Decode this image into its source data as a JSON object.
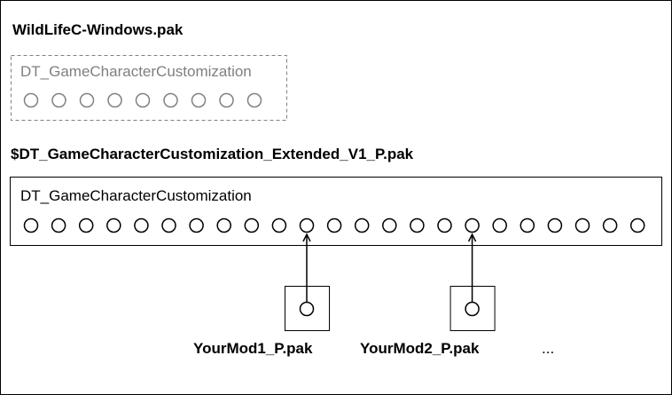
{
  "diagram": {
    "original_pak": {
      "title": "WildLifeC-Windows.pak",
      "table_name": "DT_GameCharacterCustomization",
      "slot_count": 9
    },
    "extended_pak": {
      "title": "$DT_GameCharacterCustomization_Extended_V1_P.pak",
      "table_name": "DT_GameCharacterCustomization",
      "slot_count": 23
    },
    "mods": [
      {
        "name": "YourMod1_P.pak",
        "target_slot": 10
      },
      {
        "name": "YourMod2_P.pak",
        "target_slot": 16
      }
    ],
    "more": "...",
    "colors": {
      "stroke": "#000000",
      "dashed_stroke": "#808080",
      "faded_text": "#7f7f7f"
    }
  }
}
